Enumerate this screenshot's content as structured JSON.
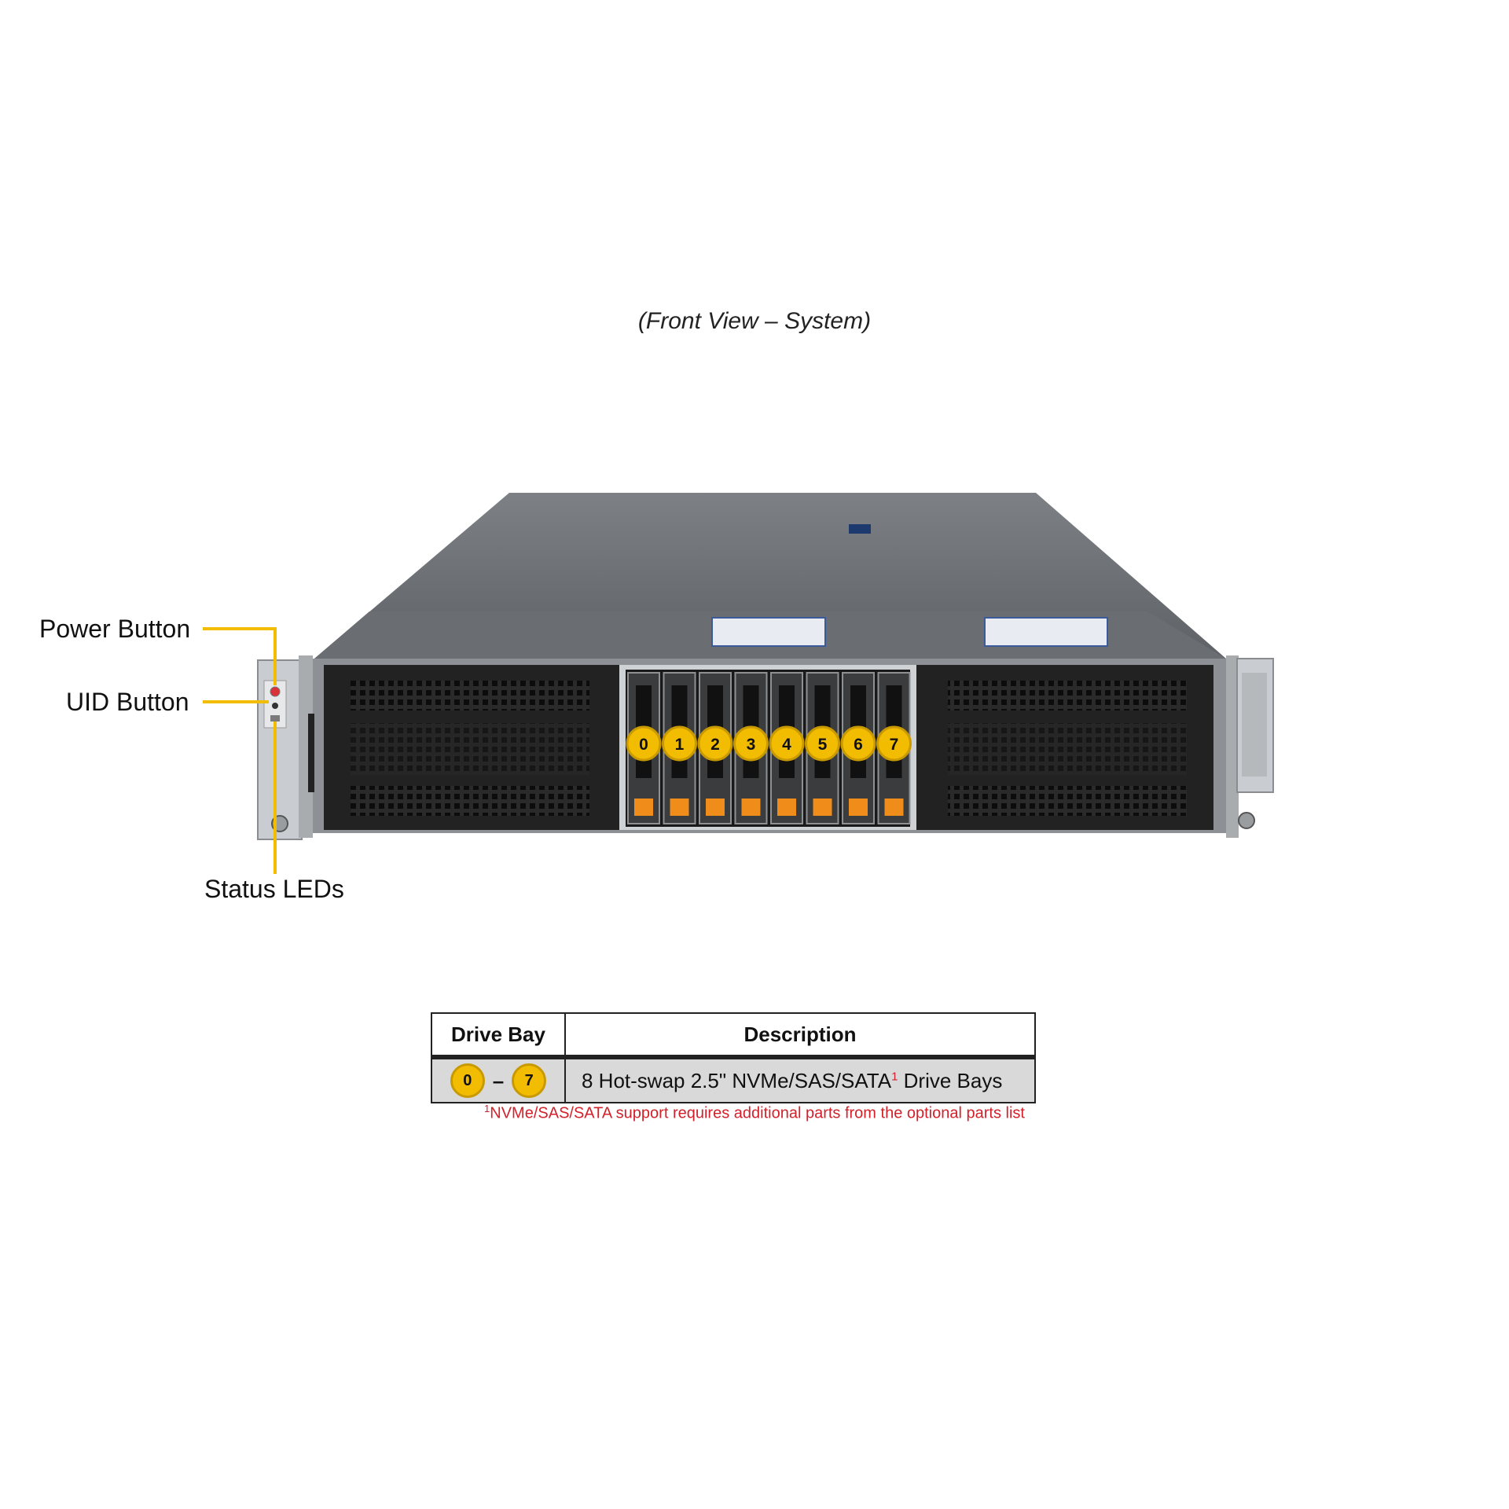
{
  "caption": "(Front View – System)",
  "callouts": {
    "power": "Power Button",
    "uid": "UID Button",
    "status": "Status LEDs"
  },
  "bays": [
    "0",
    "1",
    "2",
    "3",
    "4",
    "5",
    "6",
    "7"
  ],
  "table": {
    "headers": [
      "Drive Bay",
      "Description"
    ],
    "range_start": "0",
    "range_sep": "–",
    "range_end": "7",
    "description": "8 Hot-swap 2.5\" NVMe/SAS/SATA",
    "desc_sup": "1",
    "desc_tail": " Drive Bays"
  },
  "footnote": {
    "mark": "1",
    "text": "NVMe/SAS/SATA support requires additional parts from the optional parts list"
  },
  "colors": {
    "accent": "#f2bd00",
    "handle": "#f08c1a",
    "footnote": "#d4202a"
  }
}
